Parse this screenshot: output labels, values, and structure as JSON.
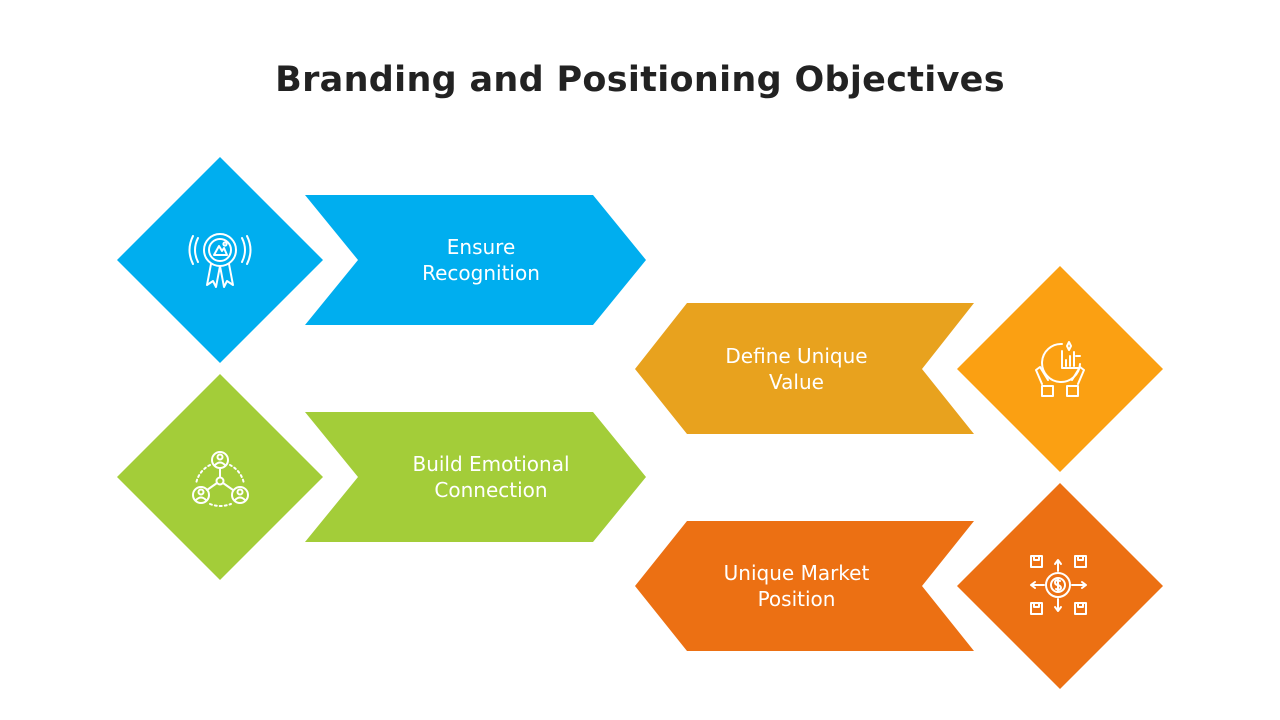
{
  "title": "Branding and Positioning Objectives",
  "items": [
    {
      "line1": "Ensure",
      "line2": "Recognition",
      "color": "#00AEEF",
      "icon": "award-badge-icon"
    },
    {
      "line1": "Define Unique",
      "line2": "Value",
      "color": "#E8A21E",
      "arrow_color": "#E8A21E",
      "diamond_color": "#FBA012",
      "icon": "growth-chart-hands-icon"
    },
    {
      "line1": "Build Emotional",
      "line2": "Connection",
      "color": "#A3CD39",
      "icon": "people-network-icon"
    },
    {
      "line1": "Unique Market",
      "line2": "Position",
      "color": "#EC7013",
      "icon": "dollar-distribution-icon"
    }
  ]
}
